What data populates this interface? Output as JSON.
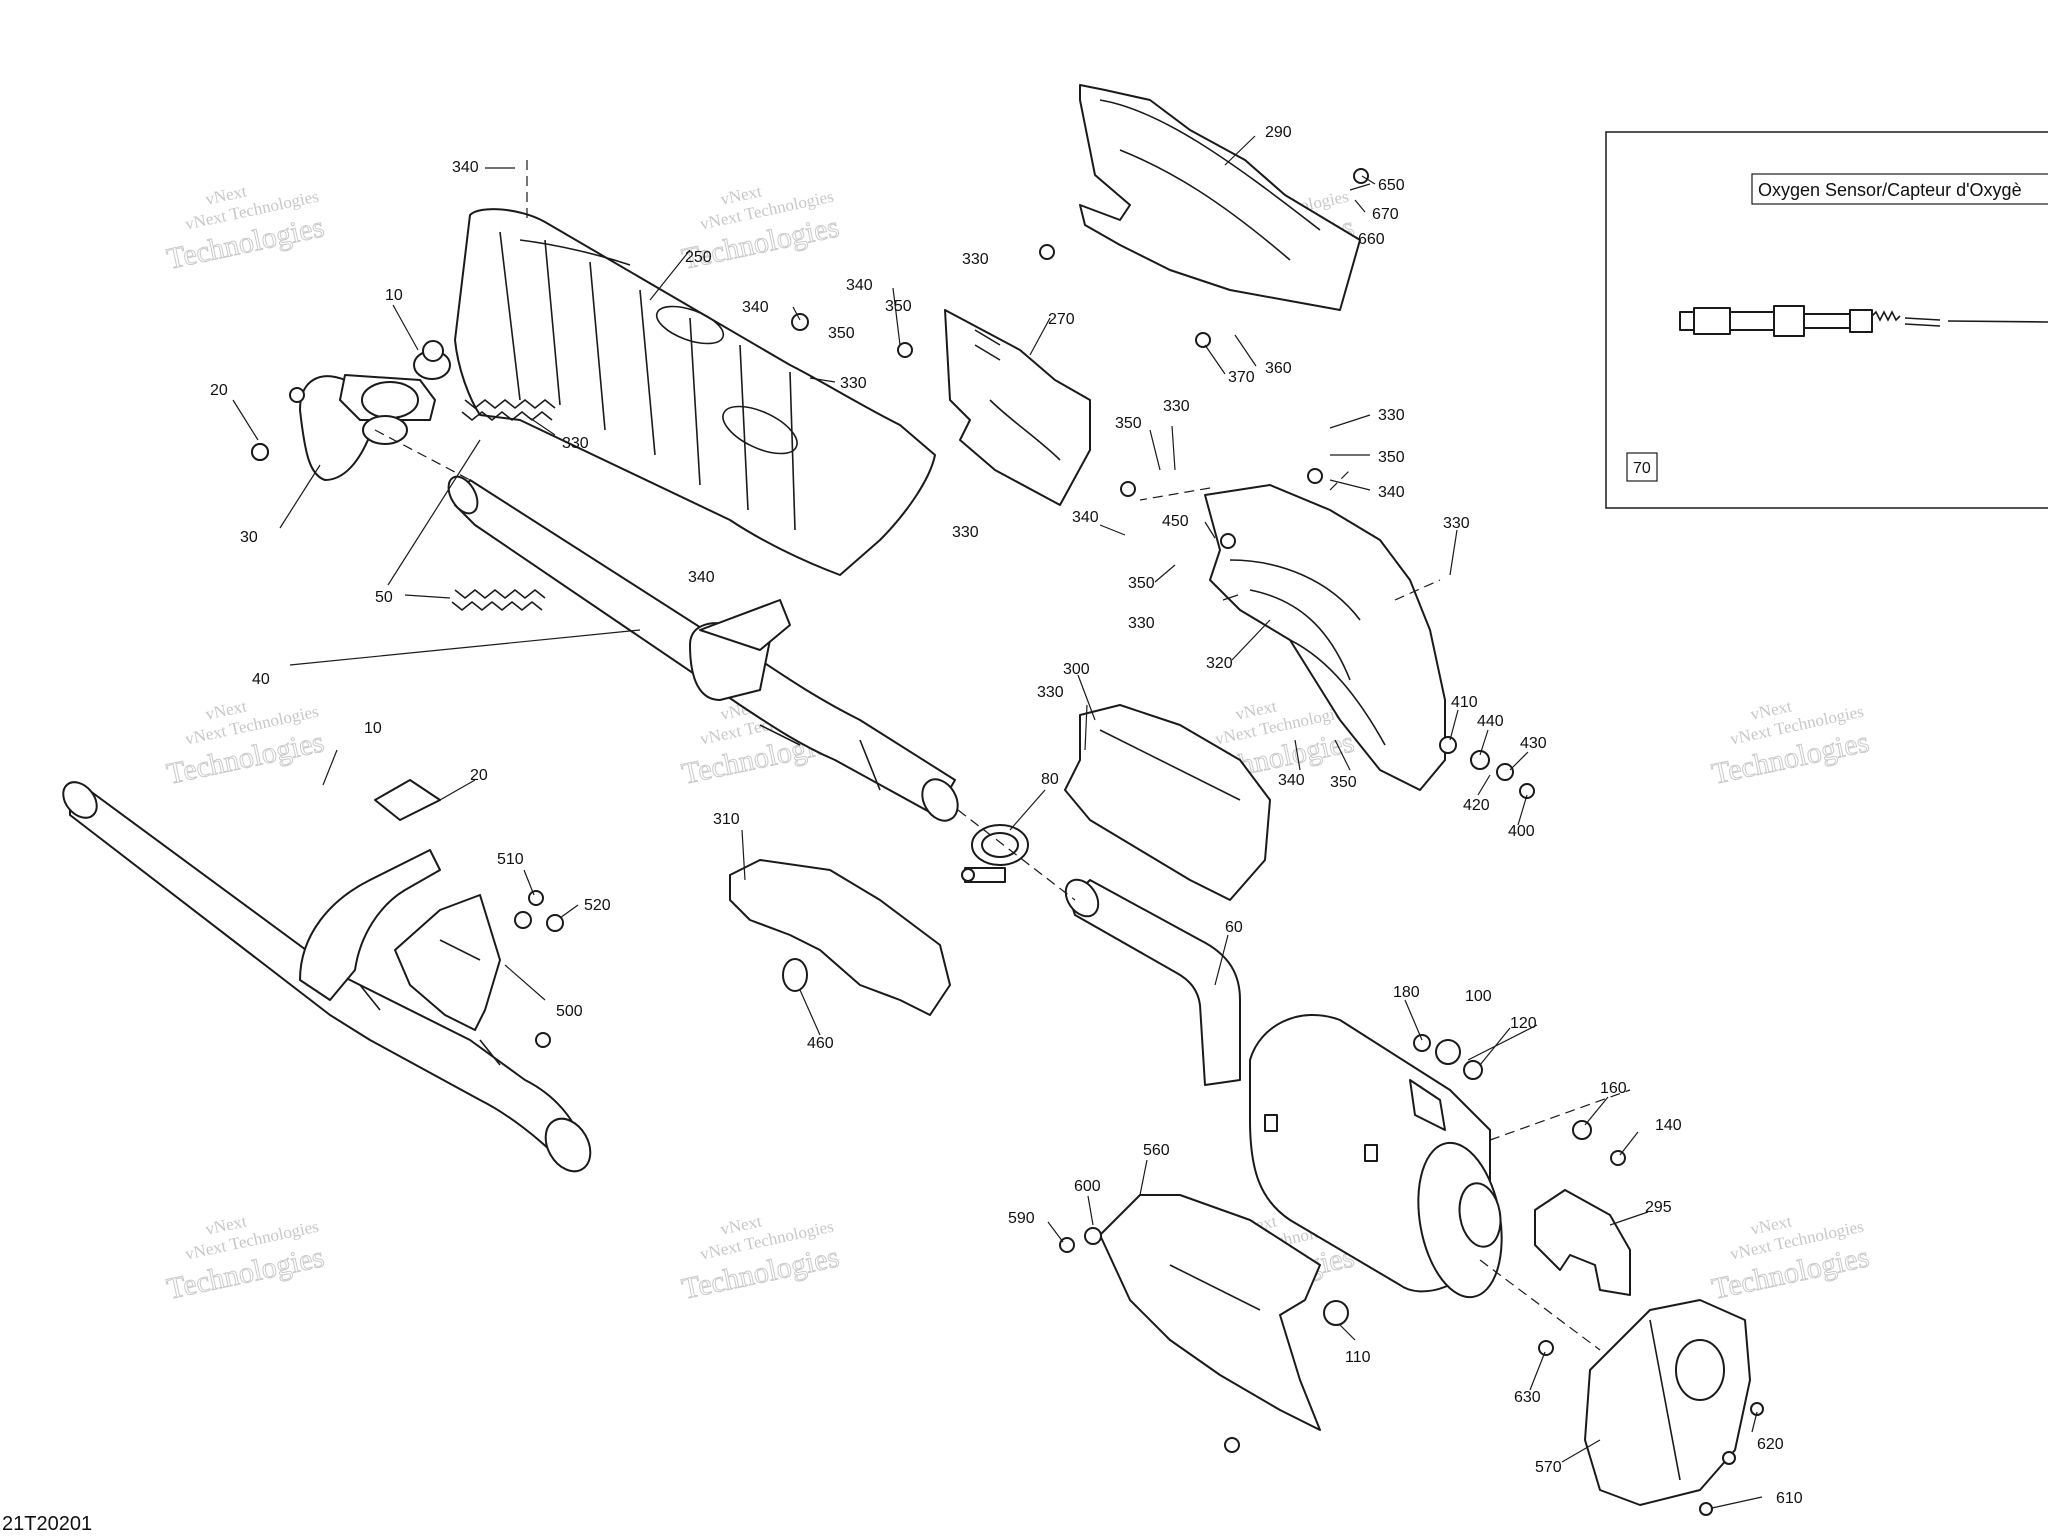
{
  "drawing_id": "21T20201",
  "watermark": {
    "line1": "vNext",
    "line2": "vNext Technologies",
    "line3": "Technologies"
  },
  "inset": {
    "title": "Oxygen Sensor/Capteur d'Oxygè",
    "part_number": "70"
  },
  "callouts": [
    {
      "id": "c340a",
      "text": "340"
    },
    {
      "id": "c250",
      "text": "250"
    },
    {
      "id": "c10a",
      "text": "10"
    },
    {
      "id": "c20a",
      "text": "20"
    },
    {
      "id": "c30",
      "text": "30"
    },
    {
      "id": "c330a",
      "text": "330"
    },
    {
      "id": "c50",
      "text": "50"
    },
    {
      "id": "c340b",
      "text": "340"
    },
    {
      "id": "c350a",
      "text": "350"
    },
    {
      "id": "c340c",
      "text": "340"
    },
    {
      "id": "c330b",
      "text": "330"
    },
    {
      "id": "c350b",
      "text": "350"
    },
    {
      "id": "c330c",
      "text": "330"
    },
    {
      "id": "c270",
      "text": "270"
    },
    {
      "id": "c340d",
      "text": "340"
    },
    {
      "id": "c330d",
      "text": "330"
    },
    {
      "id": "c290",
      "text": "290"
    },
    {
      "id": "c650",
      "text": "650"
    },
    {
      "id": "c670",
      "text": "670"
    },
    {
      "id": "c660",
      "text": "660"
    },
    {
      "id": "c360",
      "text": "360"
    },
    {
      "id": "c370",
      "text": "370"
    },
    {
      "id": "c350c",
      "text": "350"
    },
    {
      "id": "c330e",
      "text": "330"
    },
    {
      "id": "c330f",
      "text": "330"
    },
    {
      "id": "c350d",
      "text": "350"
    },
    {
      "id": "c340e",
      "text": "340"
    },
    {
      "id": "c340f",
      "text": "340"
    },
    {
      "id": "c450",
      "text": "450"
    },
    {
      "id": "c350e",
      "text": "350"
    },
    {
      "id": "c330g",
      "text": "330"
    },
    {
      "id": "c330h",
      "text": "330"
    },
    {
      "id": "c320",
      "text": "320"
    },
    {
      "id": "c40",
      "text": "40"
    },
    {
      "id": "c300",
      "text": "300"
    },
    {
      "id": "c330i",
      "text": "330"
    },
    {
      "id": "c410",
      "text": "410"
    },
    {
      "id": "c440",
      "text": "440"
    },
    {
      "id": "c430",
      "text": "430"
    },
    {
      "id": "c420",
      "text": "420"
    },
    {
      "id": "c400",
      "text": "400"
    },
    {
      "id": "c340g",
      "text": "340"
    },
    {
      "id": "c350f",
      "text": "350"
    },
    {
      "id": "c10b",
      "text": "10"
    },
    {
      "id": "c20b",
      "text": "20"
    },
    {
      "id": "c80",
      "text": "80"
    },
    {
      "id": "c310",
      "text": "310"
    },
    {
      "id": "c510",
      "text": "510"
    },
    {
      "id": "c520",
      "text": "520"
    },
    {
      "id": "c500",
      "text": "500"
    },
    {
      "id": "c460",
      "text": "460"
    },
    {
      "id": "c60",
      "text": "60"
    },
    {
      "id": "c180",
      "text": "180"
    },
    {
      "id": "c100",
      "text": "100"
    },
    {
      "id": "c120",
      "text": "120"
    },
    {
      "id": "c160",
      "text": "160"
    },
    {
      "id": "c140",
      "text": "140"
    },
    {
      "id": "c295",
      "text": "295"
    },
    {
      "id": "c560",
      "text": "560"
    },
    {
      "id": "c600",
      "text": "600"
    },
    {
      "id": "c590",
      "text": "590"
    },
    {
      "id": "c110",
      "text": "110"
    },
    {
      "id": "c630",
      "text": "630"
    },
    {
      "id": "c620",
      "text": "620"
    },
    {
      "id": "c570",
      "text": "570"
    },
    {
      "id": "c610",
      "text": "610"
    }
  ]
}
